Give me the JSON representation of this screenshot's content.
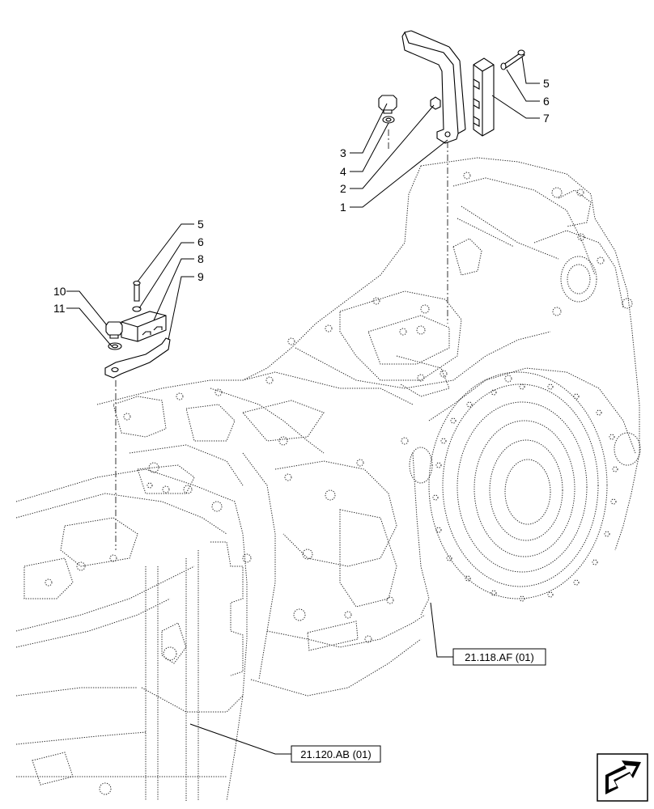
{
  "diagram": {
    "callouts_upper": [
      "1",
      "2",
      "3",
      "4",
      "5",
      "6",
      "7"
    ],
    "callouts_lower": [
      "5",
      "6",
      "8",
      "9",
      "10",
      "11"
    ],
    "references": {
      "rear_housing": "21.118.AF (01)",
      "front_housing": "21.120.AB (01)"
    },
    "nav_icon": "arrow-next-page-icon"
  }
}
